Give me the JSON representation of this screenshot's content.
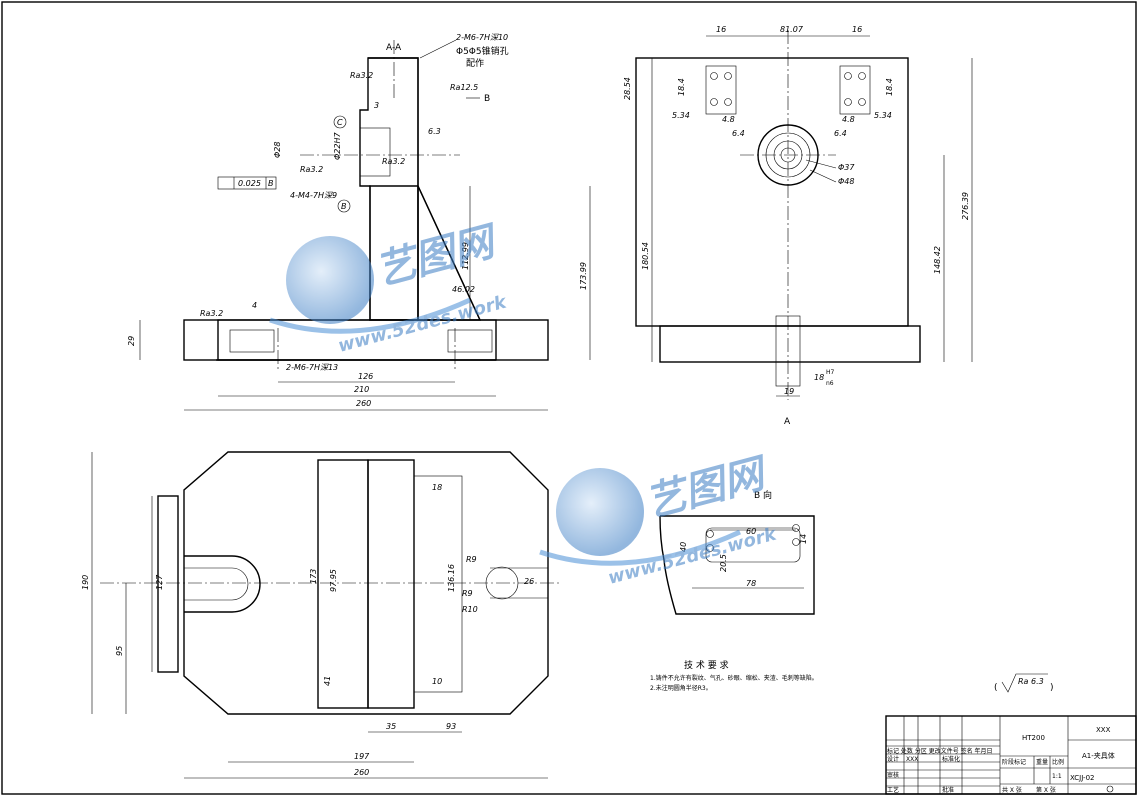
{
  "views": {
    "section_label": "A-A",
    "direction_b": "B",
    "direction_a": "A",
    "view_b_label": "B 向"
  },
  "section_view": {
    "dims": {
      "top_thread": "2-M6-7H深10",
      "dowel_note": "Φ5Φ5锥销孔",
      "dowel_note2": "配作",
      "ra_top": "Ra12.5",
      "ra_left": "Ra3.2",
      "ra_face": "Ra3.2",
      "ra_mid": "Ra3.2",
      "ra_bottom": "Ra3.2",
      "phi28": "Φ28",
      "phi22": "Φ22H7",
      "dim_3": "3",
      "dim_6_3": "6.3",
      "tol_value": "0.025",
      "tol_datum": "B",
      "hole4": "4-M4-7H深9",
      "dim_112": "112.99",
      "dim_173": "173.99",
      "dim_46": "46.02",
      "dim_4": "4",
      "dim_29": "29",
      "base_thread": "2-M6-7H深13",
      "dim_126": "126",
      "dim_210": "210",
      "dim_260": "260",
      "datum_c": "C",
      "datum_b": "B"
    }
  },
  "front_view": {
    "dims": {
      "d16_left": "16",
      "d81": "81.07",
      "d16_right": "16",
      "d28": "28.54",
      "d18_left": "18.4",
      "d18_right": "18.4",
      "d5_34_left": "5.34",
      "d5_34_right": "5.34",
      "d4_8_left": "4.8",
      "d4_8_right": "4.8",
      "d6_4_left": "6.4",
      "d6_4_right": "6.4",
      "phi37": "Φ37",
      "phi48": "Φ48",
      "d180": "180.54",
      "d148": "148.42",
      "d276": "276.39",
      "fit": "18",
      "fit_h": "H7",
      "fit_n": "n6",
      "d19": "19"
    }
  },
  "top_view": {
    "dims": {
      "d190": "190",
      "d127": "127",
      "d95": "95",
      "d18_top": "18",
      "d173": "173",
      "d97": "97.95",
      "d136": "136.16",
      "r9a": "R9",
      "r9b": "R9",
      "r10": "R10",
      "d26": "26",
      "d41": "41",
      "d10": "10",
      "d35": "35",
      "d93": "93",
      "d197": "197",
      "d260": "260"
    }
  },
  "view_b": {
    "dims": {
      "d60": "60",
      "d40": "40",
      "d14": "14",
      "d20": "20.5",
      "d78": "78"
    }
  },
  "notes": {
    "title": "技 术 要 求",
    "line1": "1.铸件不允许有裂纹、气孔、砂眼、缩松、夹渣、毛刺等缺陷。",
    "line2": "2.未注明圆角半径R3。",
    "roughness": "Ra 6.3"
  },
  "title_block": {
    "material": "HT200",
    "company": "XXX",
    "part_name": "A1-夹具体",
    "drawing_no": "XCJJ-02",
    "scale_label": "比例",
    "scale": "1:1",
    "weight_label": "重量",
    "stage_label": "阶段标记",
    "sheet_total": "共 X 张",
    "sheet_no": "第 X 张",
    "designer_label": "设计",
    "designer": "XXX",
    "standard_label": "标准化",
    "review_label": "审核",
    "process_label": "工艺",
    "approve_label": "批准",
    "mark_row": "标记 处数 分区 更改文件号 签名 年月日"
  },
  "watermark": {
    "brand": "艺图网",
    "url": "www.52des.work"
  }
}
